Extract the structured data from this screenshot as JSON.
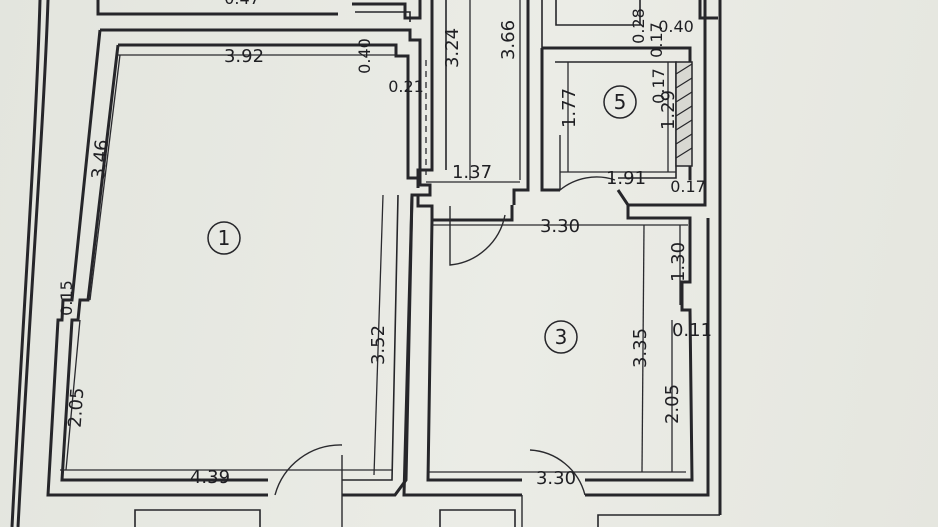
{
  "plan": {
    "rooms": [
      {
        "id": "room-1",
        "number": "1"
      },
      {
        "id": "room-3",
        "number": "3"
      },
      {
        "id": "room-5",
        "number": "5"
      }
    ],
    "dimensions": {
      "room1_top_width": "3.92",
      "room1_bottom_width": "4.39",
      "room1_left_upper": "3.46",
      "room1_left_lower": "2.05",
      "room1_right_height": "3.52",
      "room1_niche": "0.15",
      "wall_step_040": "0.40",
      "wall_step_021": "0.21",
      "corridor_324": "3.24",
      "corridor_366": "3.66",
      "corridor_137": "1.37",
      "room5_width": "1.91",
      "room5_height": "1.77",
      "room5_right": "1.29",
      "room5_top_028": "0.28",
      "room5_top_017": "0.17",
      "room5_top_040": "0.40",
      "room5_side_017": "0.17",
      "room5_bottom_017": "0.17",
      "room3_top_width": "3.30",
      "room3_bottom_width": "3.30",
      "room3_height": "3.35",
      "room3_right_upper": "1.30",
      "room3_right_lower": "2.05",
      "room3_niche": "0.11",
      "top_cut_047": "0.47"
    }
  }
}
